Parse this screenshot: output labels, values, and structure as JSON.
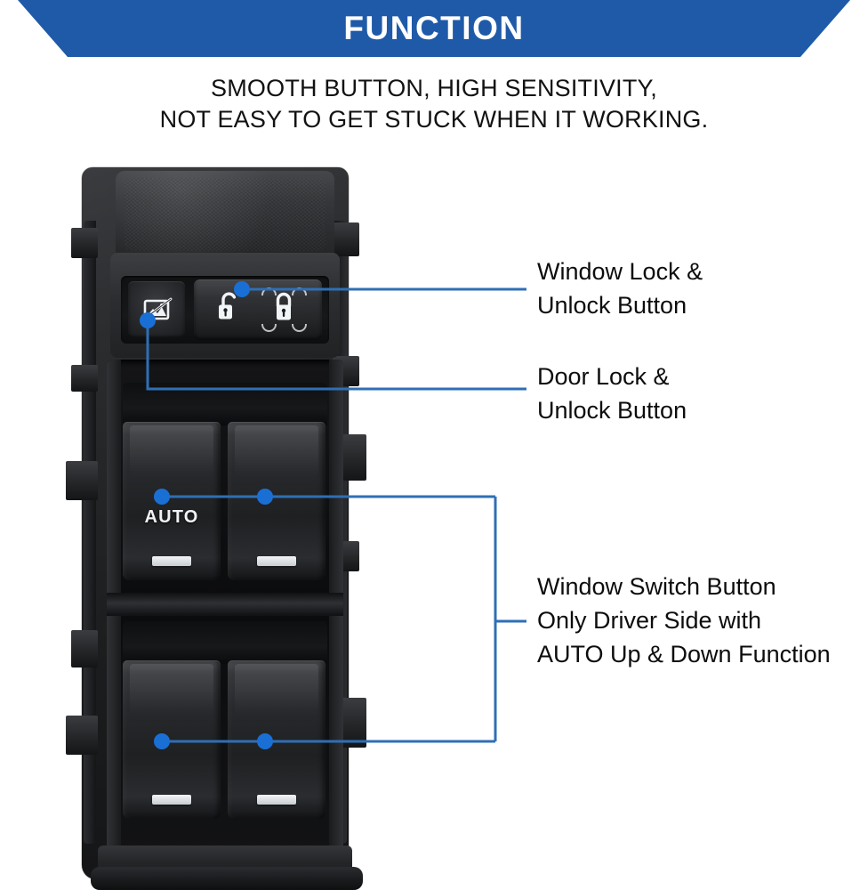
{
  "header": {
    "title": "FUNCTION",
    "banner_color": "#1f5aa8",
    "title_color": "#ffffff"
  },
  "subtitle": {
    "line1": "SMOOTH BUTTON, HIGH SENSITIVITY,",
    "line2": "NOT EASY TO GET STUCK WHEN IT WORKING."
  },
  "product": {
    "name": "power-window-master-switch",
    "body_color": "#1c1d1f",
    "buttons": {
      "window_lock": {
        "icon": "window-lock-crossed-icon",
        "label": ""
      },
      "door_lock": {
        "unlock_icon": "padlock-open-icon",
        "lock_icon": "padlock-closed-icon"
      },
      "switches": [
        {
          "position": "driver-front",
          "auto_label": "AUTO",
          "has_auto": true
        },
        {
          "position": "passenger-front",
          "auto_label": "",
          "has_auto": false
        },
        {
          "position": "driver-rear",
          "auto_label": "",
          "has_auto": false
        },
        {
          "position": "passenger-rear",
          "auto_label": "",
          "has_auto": false
        }
      ]
    }
  },
  "callouts": {
    "line_color": "#2f6fb5",
    "dot_color": "#1a6fd4",
    "items": [
      {
        "id": "window-lock",
        "line1": "Window Lock &",
        "line2": "Unlock Button",
        "line3": ""
      },
      {
        "id": "door-lock",
        "line1": "Door Lock &",
        "line2": "Unlock Button",
        "line3": ""
      },
      {
        "id": "window-switch",
        "line1": "Window Switch Button",
        "line2": "Only Driver Side with",
        "line3": "AUTO Up & Down Function"
      }
    ]
  }
}
